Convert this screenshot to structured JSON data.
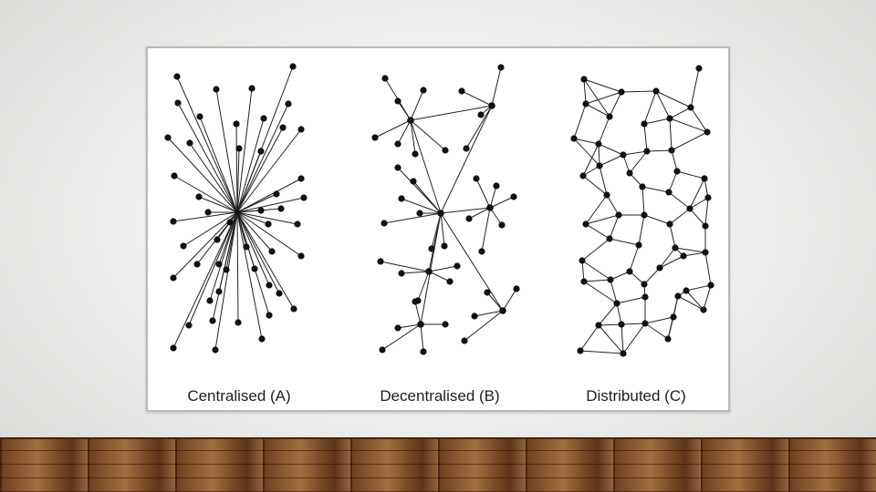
{
  "figure": {
    "captions": {
      "centralised": "Centralised (A)",
      "decentralised": "Decentralised (B)",
      "distributed": "Distributed (C)"
    }
  },
  "colors": {
    "node": "#111111",
    "edge": "#222222",
    "figure_background": "#ffffff",
    "wall": "#efeeec",
    "floor": "#8a5a30"
  }
}
